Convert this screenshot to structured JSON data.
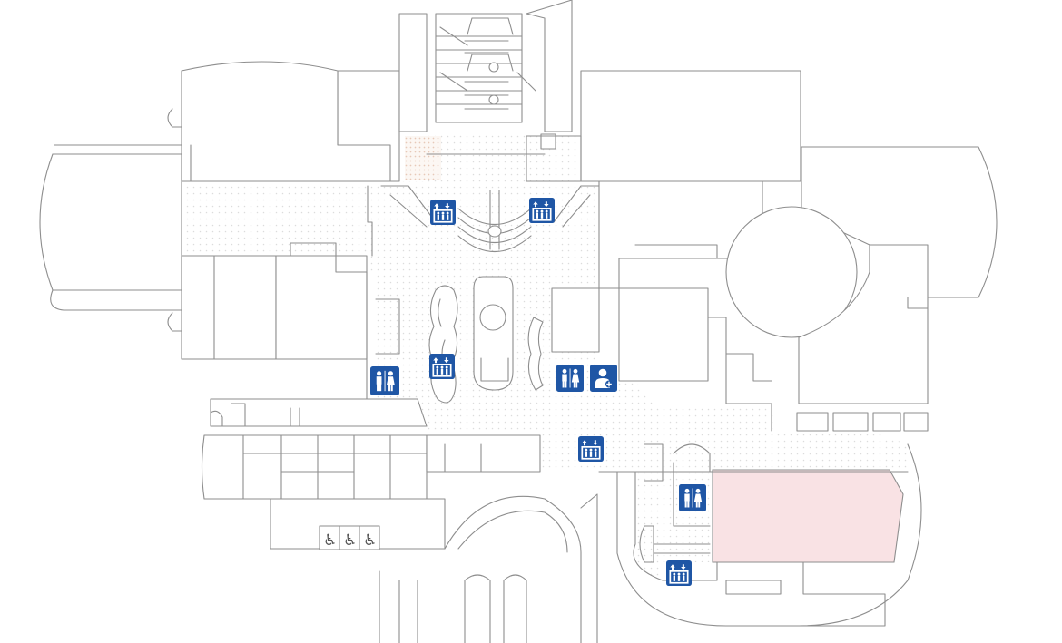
{
  "map": {
    "colors": {
      "background": "#ffffff",
      "wall_stroke": "#8e8e8e",
      "restricted_fill": "#f9e2e4",
      "store_dots": "#e7c9b8",
      "floor_dots": "#dfdfdf",
      "icon_blue": "#1f56a5"
    },
    "points_of_interest": [
      {
        "type": "elevator",
        "icon": "elevator-icon"
      },
      {
        "type": "elevator",
        "icon": "elevator-icon"
      },
      {
        "type": "elevator",
        "icon": "elevator-icon"
      },
      {
        "type": "restroom",
        "icon": "restroom-icon"
      },
      {
        "type": "restroom",
        "icon": "restroom-icon"
      },
      {
        "type": "first-aid",
        "icon": "first-aid-icon"
      },
      {
        "type": "elevator",
        "icon": "elevator-icon"
      },
      {
        "type": "restroom",
        "icon": "restroom-icon"
      },
      {
        "type": "elevator",
        "icon": "elevator-icon"
      }
    ],
    "accessible_parking": {
      "count": 3,
      "symbol": "♿"
    }
  }
}
